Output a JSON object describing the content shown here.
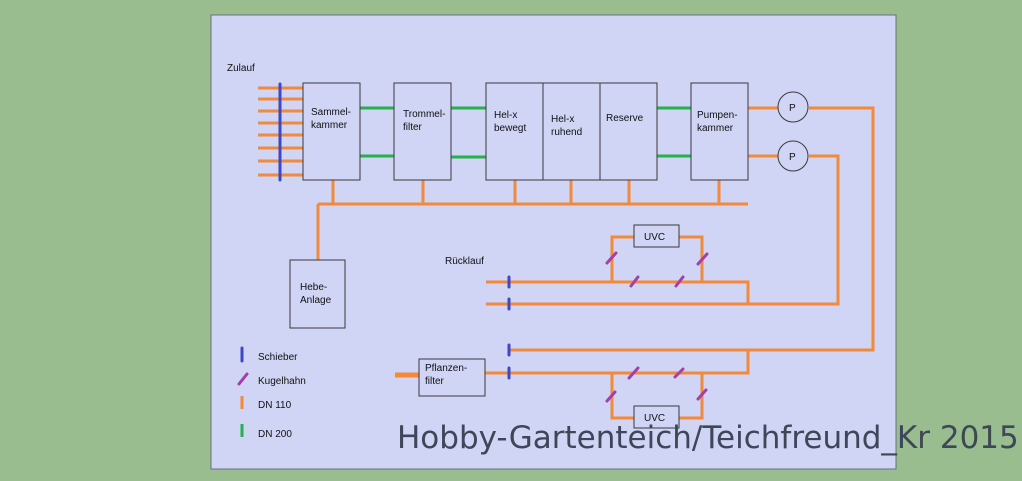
{
  "title": "",
  "labels": {
    "inlet": "Zulauf",
    "return": "Rücklauf"
  },
  "chambers": {
    "collection": [
      "Sammel-",
      "kammer"
    ],
    "drum_filter": [
      "Trommel-",
      "filter"
    ],
    "helx_moving": [
      "Hel-x",
      "bewegt"
    ],
    "helx_static": [
      "Hel-x",
      "ruhend"
    ],
    "reserve": [
      "Reserve"
    ],
    "pump_chamber": [
      "Pumpen-",
      "kammer"
    ],
    "lifting_unit": [
      "Hebe-",
      "Anlage"
    ],
    "plant_filter": [
      "Pflanzen-",
      "filter"
    ]
  },
  "pumps": [
    "P",
    "P"
  ],
  "uvc": [
    "UVC",
    "UVC"
  ],
  "legend": [
    {
      "label": "Schieber",
      "type": "gate-valve",
      "color": "#3d48c2"
    },
    {
      "label": "Kugelhahn",
      "type": "ball-valve",
      "color": "#a43fa8"
    },
    {
      "label": "DN 110",
      "type": "pipe",
      "color": "#f28a3b"
    },
    {
      "label": "DN 200",
      "type": "pipe",
      "color": "#25b14c"
    }
  ],
  "watermark": "Hobby-Gartenteich/Teichfreund_Kr 2015",
  "colors": {
    "background": "#99bd8e",
    "panel": "#d0d4f5",
    "dn110": "#f28a3b",
    "dn200": "#25b14c",
    "gate_valve": "#3d48c2",
    "ball_valve": "#a43fa8"
  }
}
